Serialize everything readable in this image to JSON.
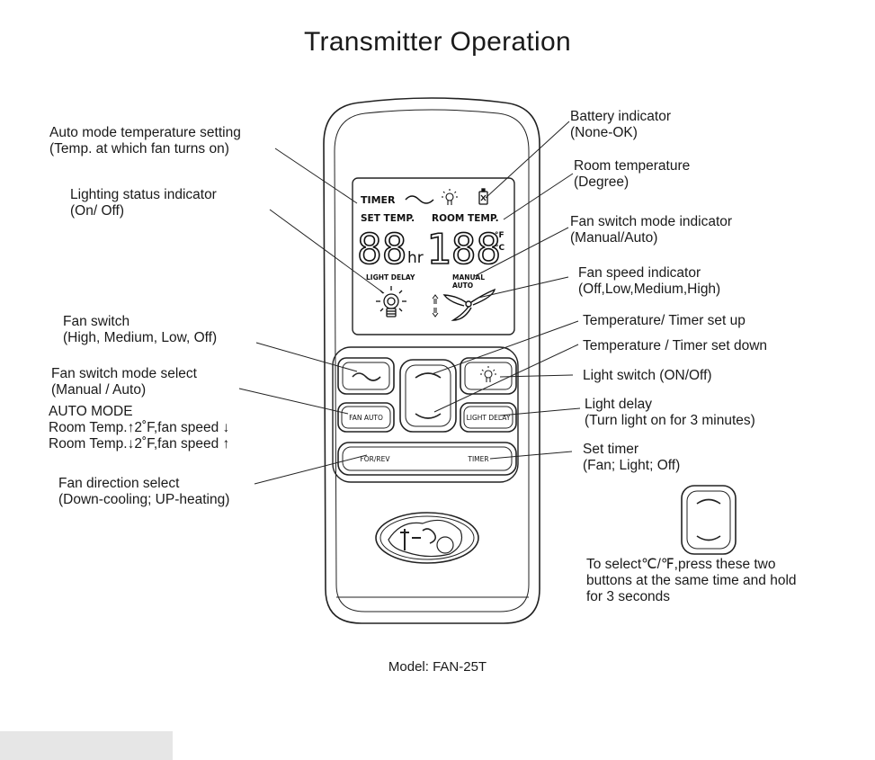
{
  "title": "Transmitter Operation",
  "model": "Model: FAN-25T",
  "lcd": {
    "timer": "TIMER",
    "set_temp": "SET TEMP.",
    "room_temp": "ROOM TEMP.",
    "set_digits": "88",
    "hr": "hr",
    "room_digits": "188",
    "unit_f": "°F",
    "unit_c": "°C",
    "light_delay": "LIGHT DELAY",
    "manual": "MANUAL",
    "auto": "AUTO"
  },
  "buttons": {
    "fan_auto": "FAN AUTO",
    "light_delay": "LIGHT DELAY",
    "for_rev": "FOR/REV",
    "timer": "TIMER"
  },
  "callouts": {
    "auto_temp": {
      "line1": "Auto mode temperature setting",
      "line2": "(Temp. at which fan turns on)"
    },
    "lighting_status": {
      "line1": "Lighting status indicator",
      "line2": "(On/ Off)"
    },
    "fan_switch": {
      "line1": "Fan switch",
      "line2": "(High, Medium, Low, Off)"
    },
    "fan_mode_select": {
      "line1": "Fan switch mode select",
      "line2": "(Manual / Auto)"
    },
    "auto_mode": {
      "line1": "AUTO MODE",
      "line2": "Room Temp.↑2˚F,fan speed ↓",
      "line3": "Room Temp.↓2˚F,fan speed ↑"
    },
    "fan_direction": {
      "line1": "Fan direction select",
      "line2": "(Down-cooling; UP-heating)"
    },
    "battery": {
      "line1": "Battery indicator",
      "line2": "(None-OK)"
    },
    "room_temp": {
      "line1": "Room temperature",
      "line2": "(Degree)"
    },
    "fan_mode_indicator": {
      "line1": "Fan switch mode indicator",
      "line2": "(Manual/Auto)"
    },
    "fan_speed": {
      "line1": "Fan speed indicator",
      "line2": "(Off,Low,Medium,High)"
    },
    "temp_up": {
      "line1": "Temperature/ Timer set up"
    },
    "temp_down": {
      "line1": "Temperature  /  Timer set down"
    },
    "light_switch": {
      "line1": "Light switch (ON/Off)"
    },
    "light_delay": {
      "line1": "Light delay",
      "line2": "(Turn light on for 3 minutes)"
    },
    "set_timer": {
      "line1": "Set timer",
      "line2": "(Fan; Light; Off)"
    },
    "unit_select": {
      "line1": "To select℃/℉,press these two",
      "line2": "buttons at the same time and hold",
      "line3": "for 3 seconds"
    }
  }
}
